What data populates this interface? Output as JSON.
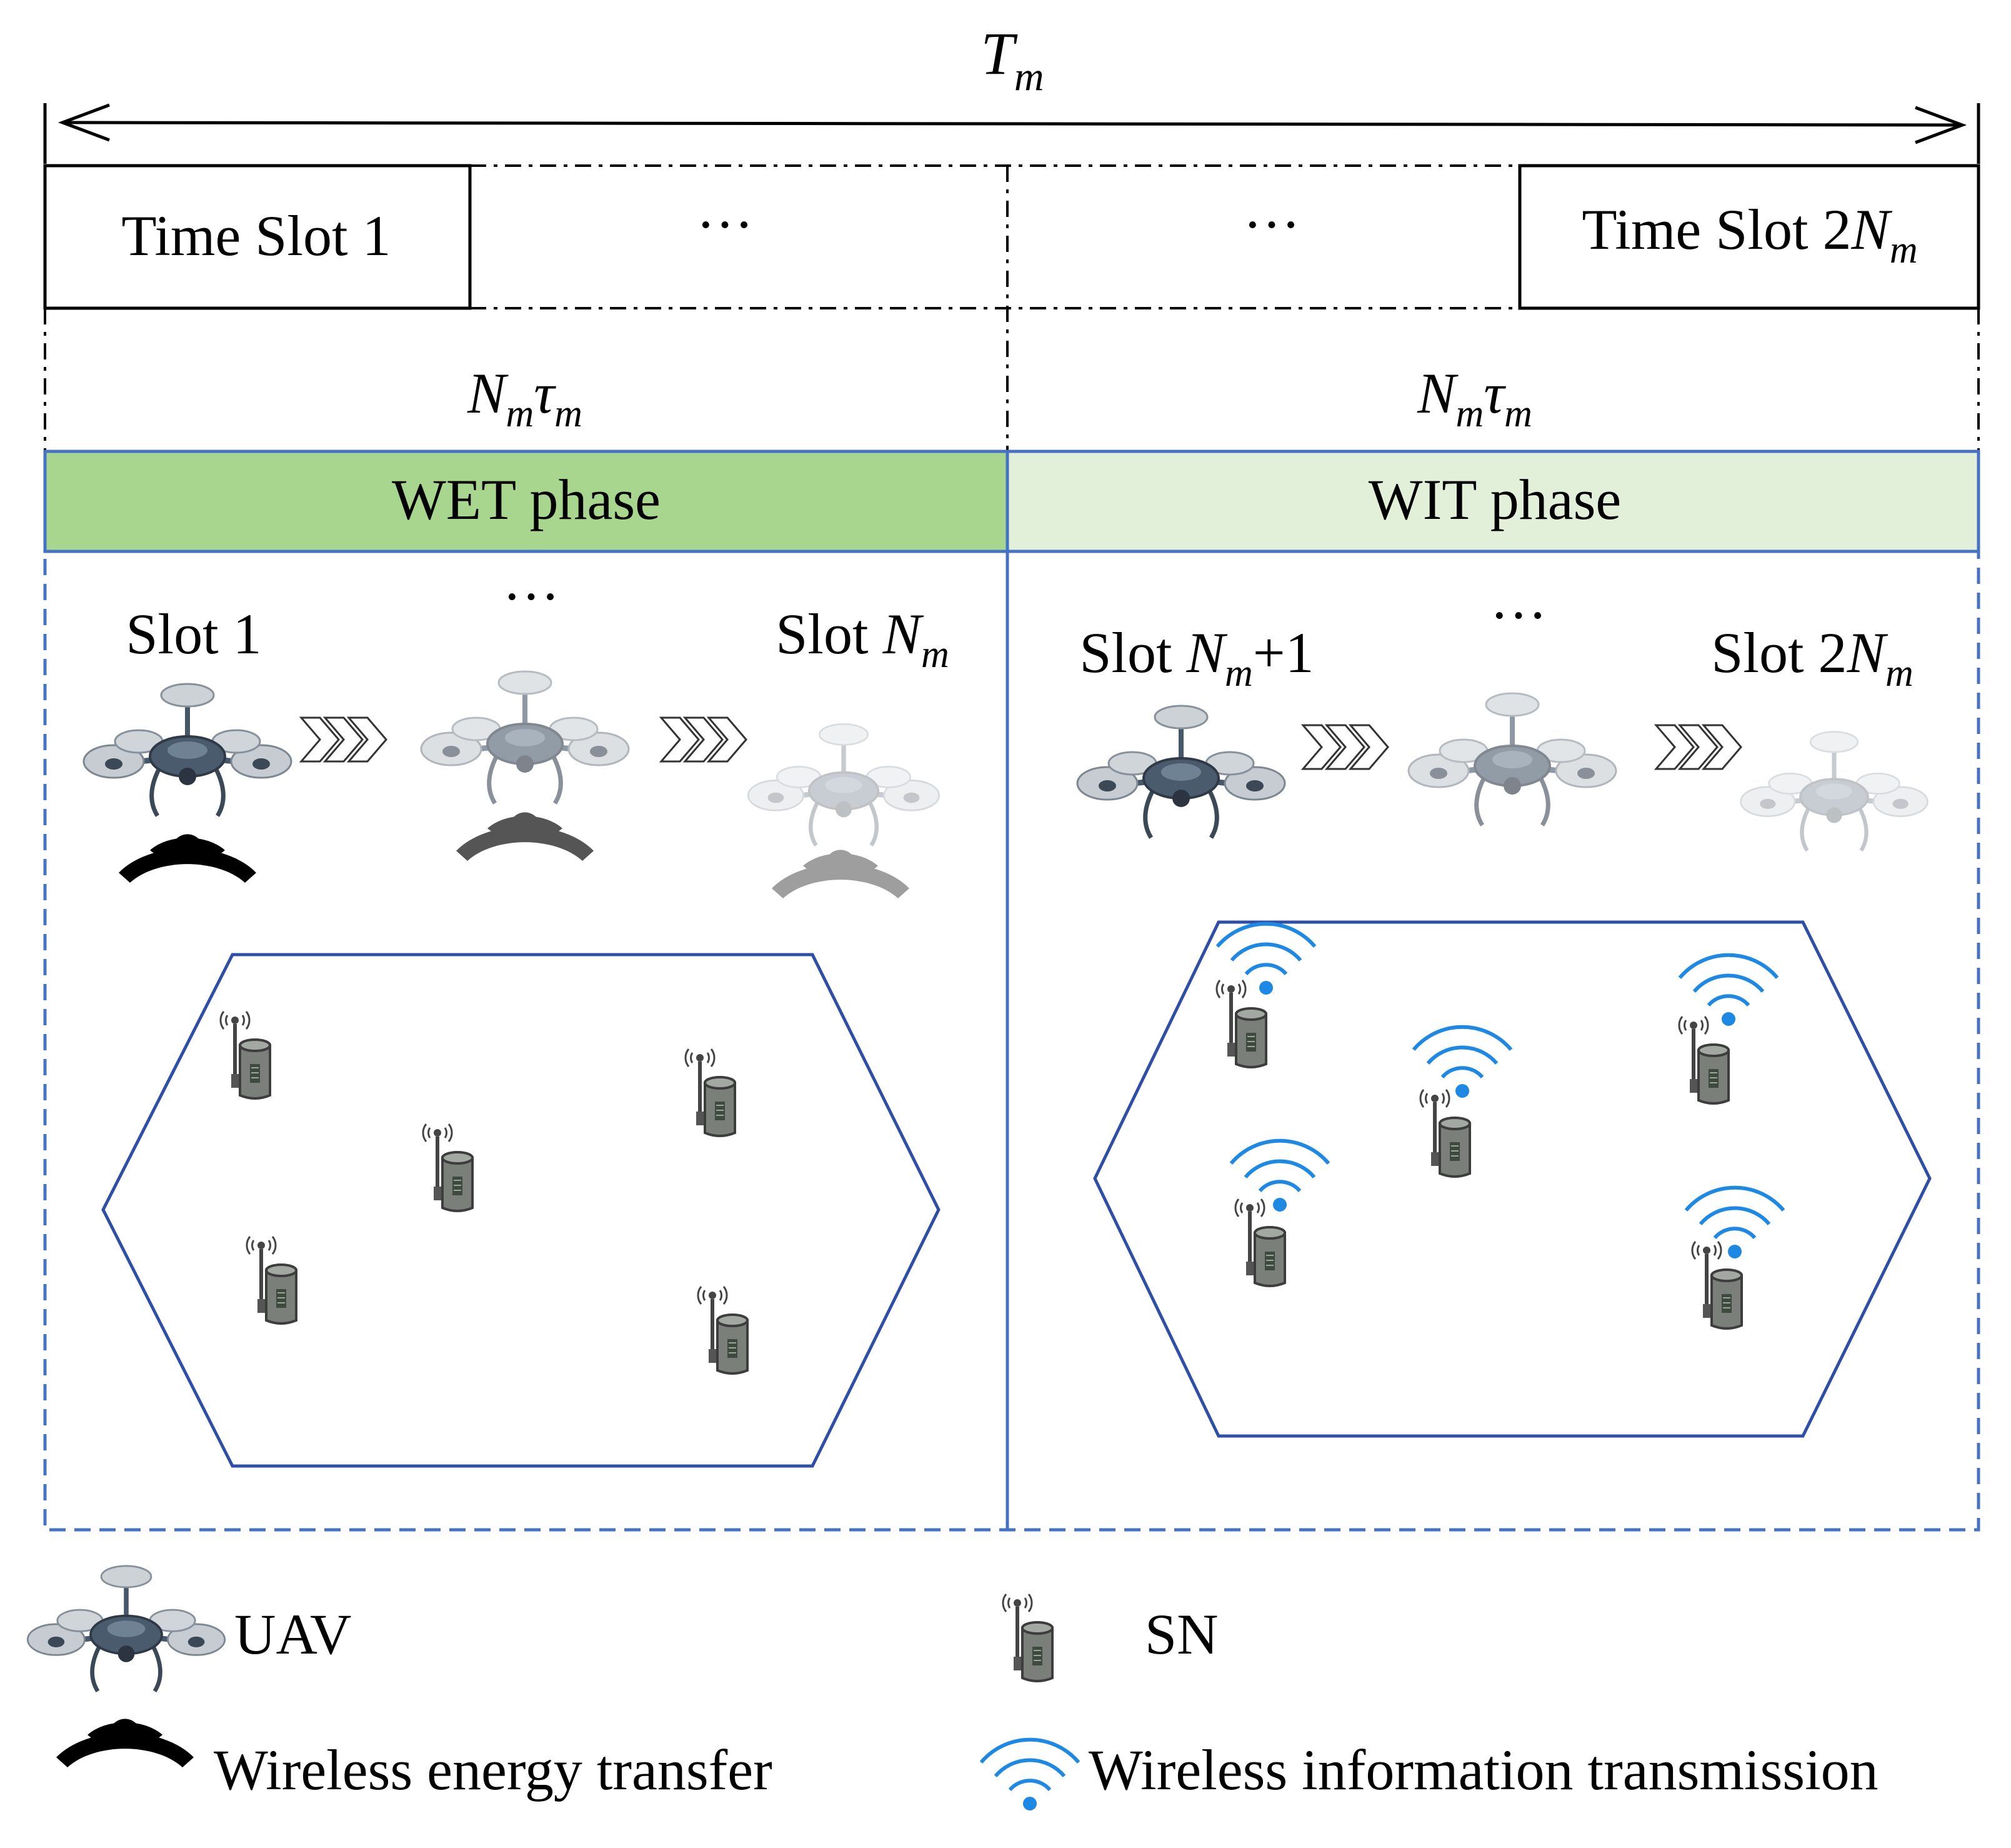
{
  "frame": {
    "period_symbol": "T",
    "period_sub": "m",
    "slot_first": "Time Slot 1",
    "slot_last_prefix": "Time Slot 2",
    "slot_last_sym": "N",
    "slot_last_sub": "m",
    "ellipsis": "···",
    "phase_duration_sym": "N",
    "phase_duration_sub": "m",
    "phase_duration_sym2": "τ",
    "phase_duration_sub2": "m"
  },
  "phases": {
    "wet": {
      "label": "WET phase",
      "color": "#a8d68f",
      "slot_a": "Slot 1",
      "slot_b_prefix": "Slot ",
      "slot_b_sym": "N",
      "slot_b_sub": "m",
      "ellipsis": "···"
    },
    "wit": {
      "label": "WIT phase",
      "color": "#e2f0d9",
      "slot_a_prefix": "Slot ",
      "slot_a_sym": "N",
      "slot_a_sub": "m",
      "slot_a_suffix": "+1",
      "slot_b_prefix": "Slot 2",
      "slot_b_sym": "N",
      "slot_b_sub": "m",
      "ellipsis": "···"
    }
  },
  "legend": {
    "uav": "UAV",
    "sn": "SN",
    "wet": "Wireless energy transfer",
    "wit": "Wireless information transmission"
  },
  "colors": {
    "border_blue": "#4472c4",
    "signal_blue": "#1e88e5",
    "drone_dark": "#4a5a6a",
    "sensor_gray": "#6b6b6b"
  }
}
